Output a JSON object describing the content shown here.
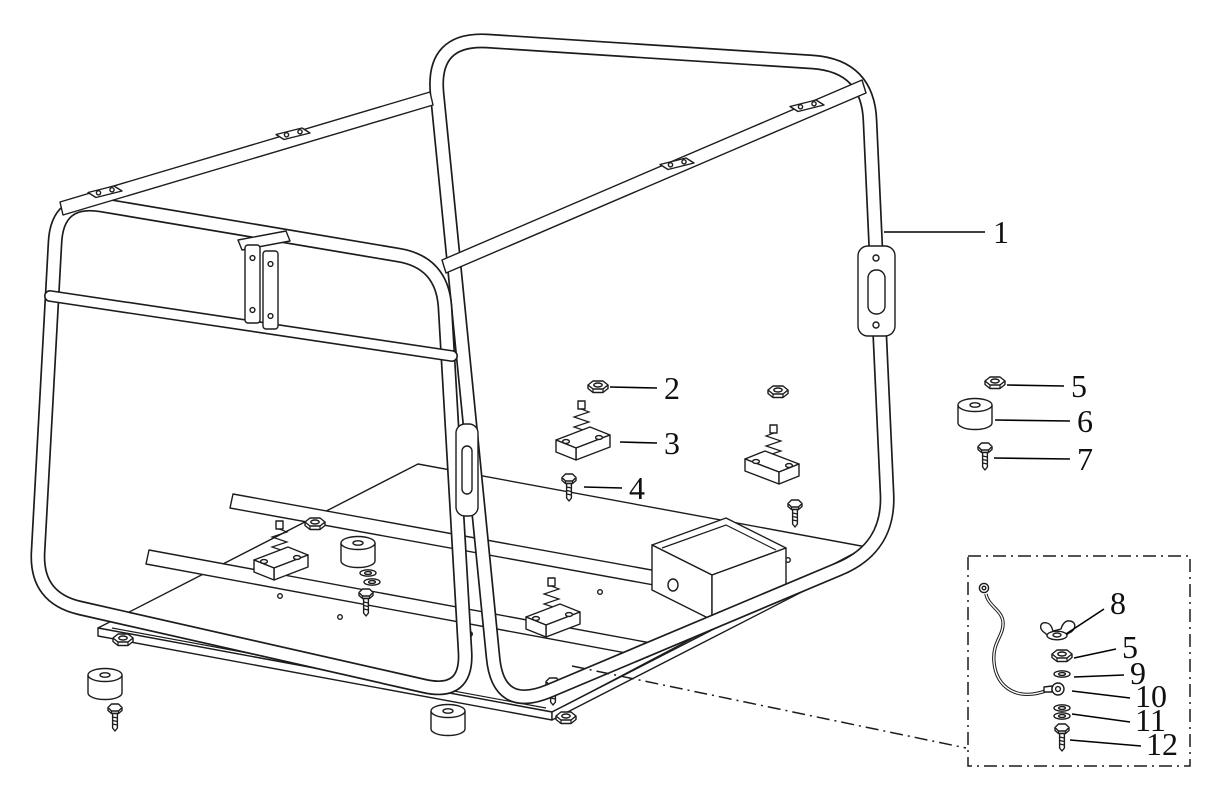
{
  "diagram": {
    "callouts": [
      {
        "id": "c1",
        "label": "1"
      },
      {
        "id": "c2",
        "label": "2"
      },
      {
        "id": "c3",
        "label": "3"
      },
      {
        "id": "c4",
        "label": "4"
      },
      {
        "id": "c5",
        "label": "5"
      },
      {
        "id": "c6",
        "label": "6"
      },
      {
        "id": "c7",
        "label": "7"
      },
      {
        "id": "c8",
        "label": "8"
      },
      {
        "id": "c5b",
        "label": "5"
      },
      {
        "id": "c9",
        "label": "9"
      },
      {
        "id": "c10",
        "label": "10"
      },
      {
        "id": "c11",
        "label": "11"
      },
      {
        "id": "c12",
        "label": "12"
      }
    ],
    "colors": {
      "line": "#1c1c1c",
      "background": "#ffffff"
    }
  }
}
